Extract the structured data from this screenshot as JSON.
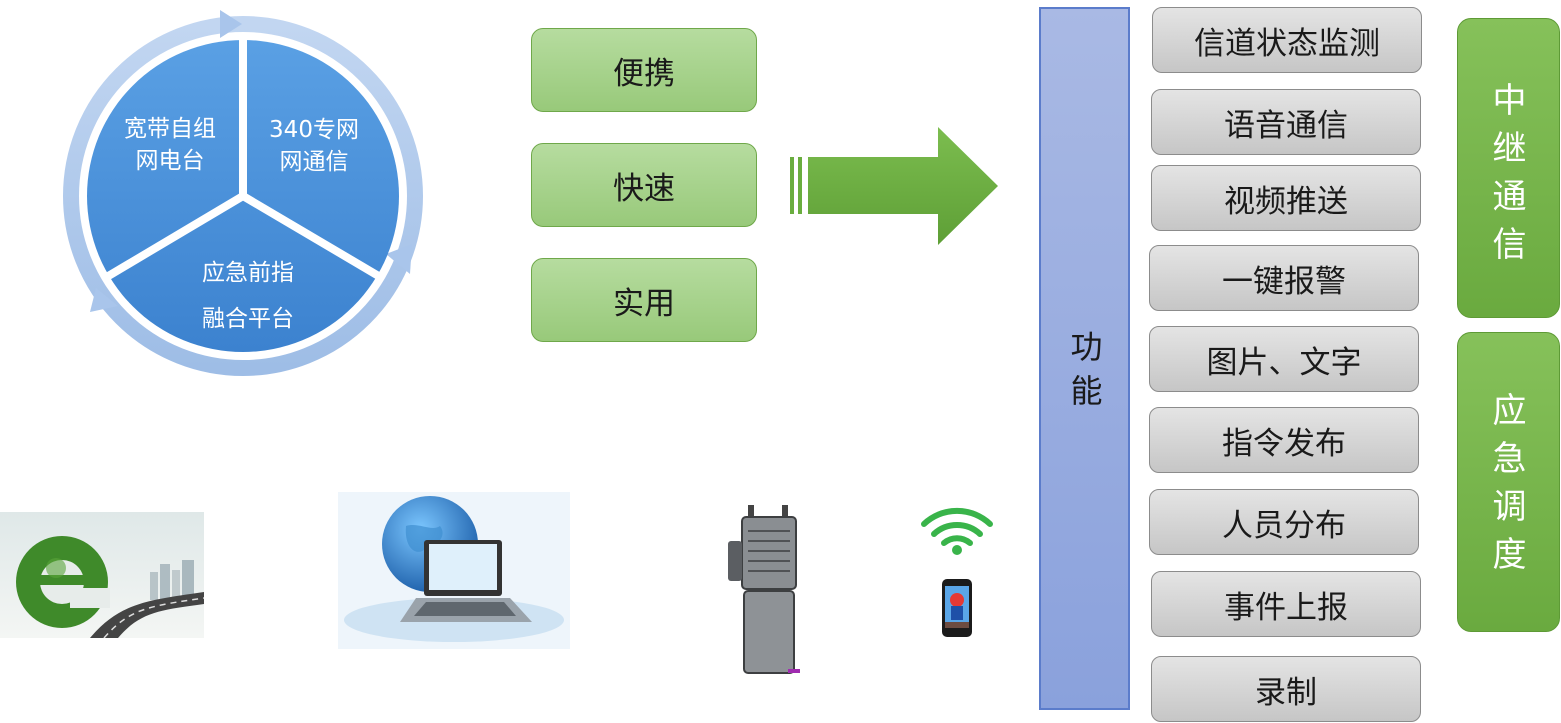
{
  "pie": {
    "segment_top_left": [
      "宽带自组",
      "网电台"
    ],
    "segment_top_right": [
      "340专网",
      "网通信"
    ],
    "segment_bottom": [
      "应急前指",
      "融合平台"
    ]
  },
  "features": [
    "便携",
    "快速",
    "实用"
  ],
  "function_label": [
    "功",
    "能"
  ],
  "function_items": [
    "信道状态监测",
    "语音通信",
    "视频推送",
    "一键报警",
    "图片、文字",
    "指令发布",
    "人员分布",
    "事件上报",
    "录制"
  ],
  "groups": [
    {
      "label": [
        "中",
        "继",
        "通",
        "信"
      ]
    },
    {
      "label": [
        "应",
        "急",
        "调",
        "度"
      ]
    }
  ],
  "colors": {
    "pie_fill": "#4a90d9",
    "ring": "#a8c4ea",
    "feature_green": "#a6d48a",
    "arrow_green": "#6aad3f",
    "function_bar": "#94a9df",
    "item_grey": "#d4d4d4",
    "group_green": "#78b74c"
  },
  "images": [
    "e-city-icon",
    "globe-laptop-icon",
    "radio-device-icon",
    "wifi-icon",
    "smartphone-icon"
  ]
}
